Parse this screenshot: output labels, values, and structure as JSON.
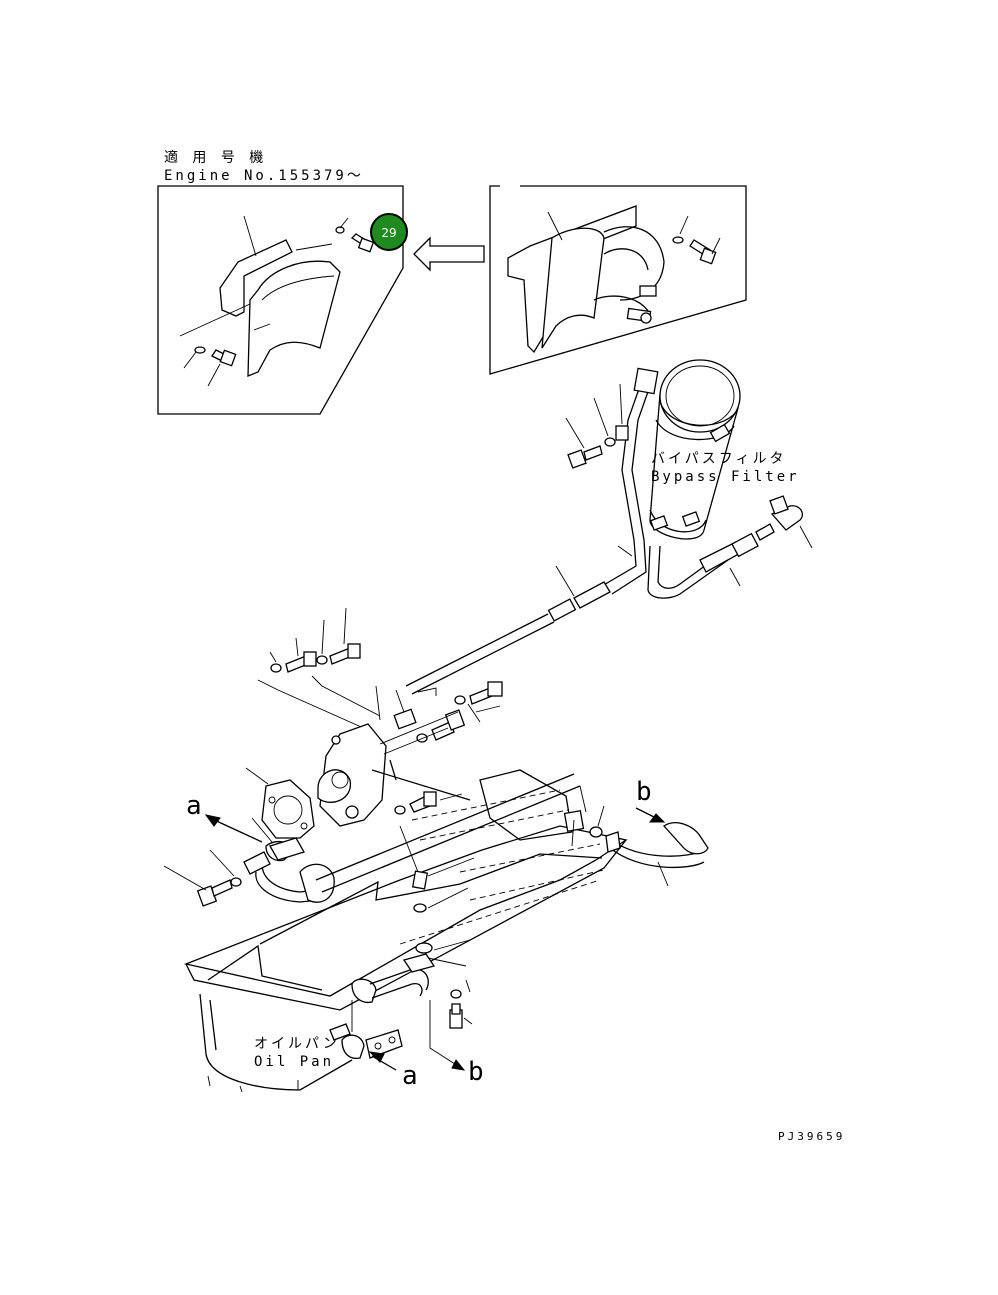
{
  "header": {
    "applicable_label_jp": "適 用 号 機",
    "applicable_label_en": "Engine No.155379～"
  },
  "callout": {
    "number": "29",
    "color": "#1f8a1f"
  },
  "labels": {
    "bypass_filter_jp": "バイパスフィルタ",
    "bypass_filter_en": "Bypass Filter",
    "oil_pan_jp": "オイルパン",
    "oil_pan_en": "Oil Pan",
    "marker_a": "a",
    "marker_b": "b"
  },
  "footer": {
    "drawing_code": "PJ39659"
  }
}
